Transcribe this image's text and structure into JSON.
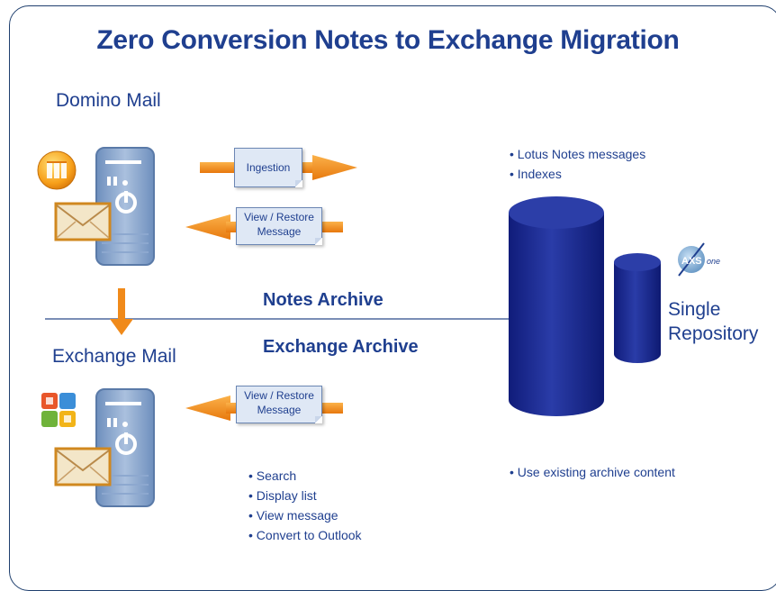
{
  "title": "Zero Conversion Notes to Exchange Migration",
  "domino": {
    "label": "Domino Mail"
  },
  "exchange": {
    "label": "Exchange Mail"
  },
  "notes_archive": "Notes  Archive",
  "exchange_archive": "Exchange Archive",
  "repository": {
    "line1": "Single",
    "line2": "Repository",
    "logo_text": "AXS",
    "logo_sub": "one"
  },
  "ingestion_label": "Ingestion",
  "view_restore_top": {
    "line1": "View / Restore",
    "line2": "Message"
  },
  "view_restore_bottom": {
    "line1": "View / Restore",
    "line2": "Message"
  },
  "archive_contents": [
    "Lotus Notes messages",
    "Indexes"
  ],
  "exchange_actions": [
    "Search",
    "Display list",
    "View message",
    "Convert to Outlook"
  ],
  "repository_note": "Use existing archive content",
  "colors": {
    "title": "#1f3f8f",
    "cylinder": "#1f2f93",
    "arrow": "#f08a1a",
    "divider": "#2a4a8a"
  }
}
